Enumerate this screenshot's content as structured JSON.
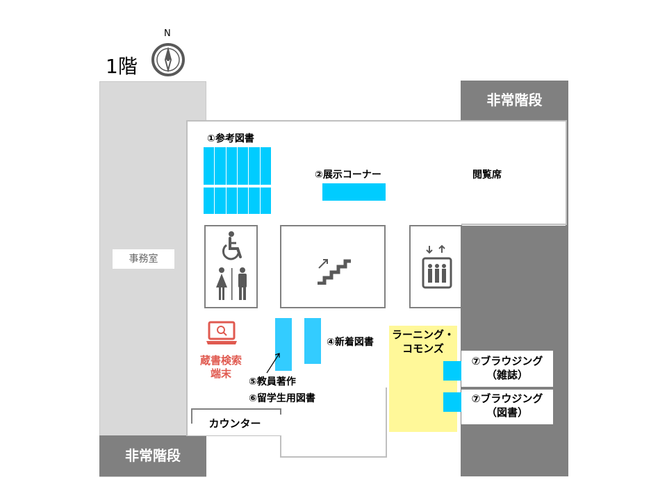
{
  "floor": "1階",
  "compass": {
    "north": "N"
  },
  "rooms": {
    "office": "事務室",
    "emergency_stairs_top": "非常階段",
    "emergency_stairs_bottom": "非常階段"
  },
  "areas": {
    "reference_books": "①参考図書",
    "exhibition_corner": "②展示コーナー",
    "reading_seats": "閲覧席",
    "new_books": "④新着図書",
    "faculty_works": "⑤教員著作",
    "international_books": "⑥留学生用図書",
    "learning_commons_line1": "ラーニング・",
    "learning_commons_line2": "コモンズ",
    "browsing_magazines_line1": "⑦ブラウジング",
    "browsing_magazines_line2": "（雑誌）",
    "browsing_books_line1": "⑦ブラウジング",
    "browsing_books_line2": "（図書）",
    "counter": "カウンター",
    "opac_line1": "蔵書検索",
    "opac_line2": "端末"
  },
  "icons": [
    "compass-icon",
    "wheelchair-icon",
    "restroom-icon",
    "stairs-icon",
    "elevator-icon",
    "laptop-icon"
  ],
  "colors": {
    "shelf": "#00ccff",
    "commons": "#fff899",
    "opac": "#e05a50",
    "wall": "#808080",
    "wing": "#d9d9d9"
  }
}
